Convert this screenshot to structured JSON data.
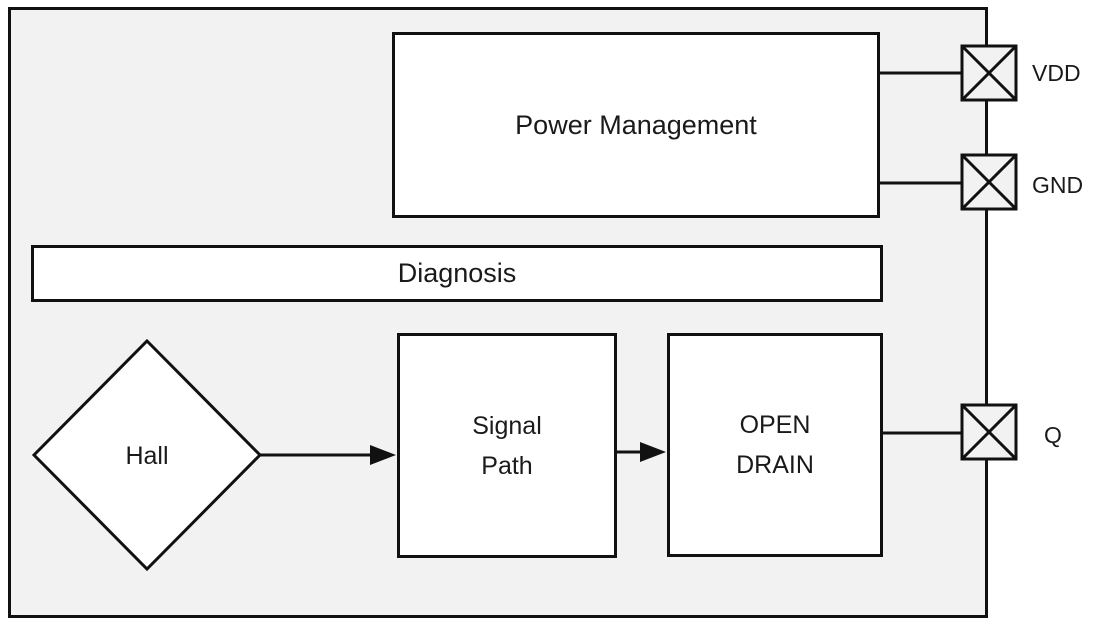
{
  "diagram": {
    "blocks": {
      "power_management": {
        "label": "Power Management"
      },
      "diagnosis": {
        "label": "Diagnosis"
      },
      "hall": {
        "label": "Hall"
      },
      "signal_path": {
        "lines": [
          "Signal",
          "Path"
        ]
      },
      "open_drain": {
        "lines": [
          "OPEN",
          "DRAIN"
        ]
      }
    },
    "pins": {
      "vdd": {
        "label": "VDD"
      },
      "gnd": {
        "label": "GND"
      },
      "q": {
        "label": "Q"
      }
    },
    "colors": {
      "chip_fill": "#f2f2f2",
      "block_fill": "#ffffff",
      "line": "#111111",
      "text": "#1a1a1a"
    }
  }
}
